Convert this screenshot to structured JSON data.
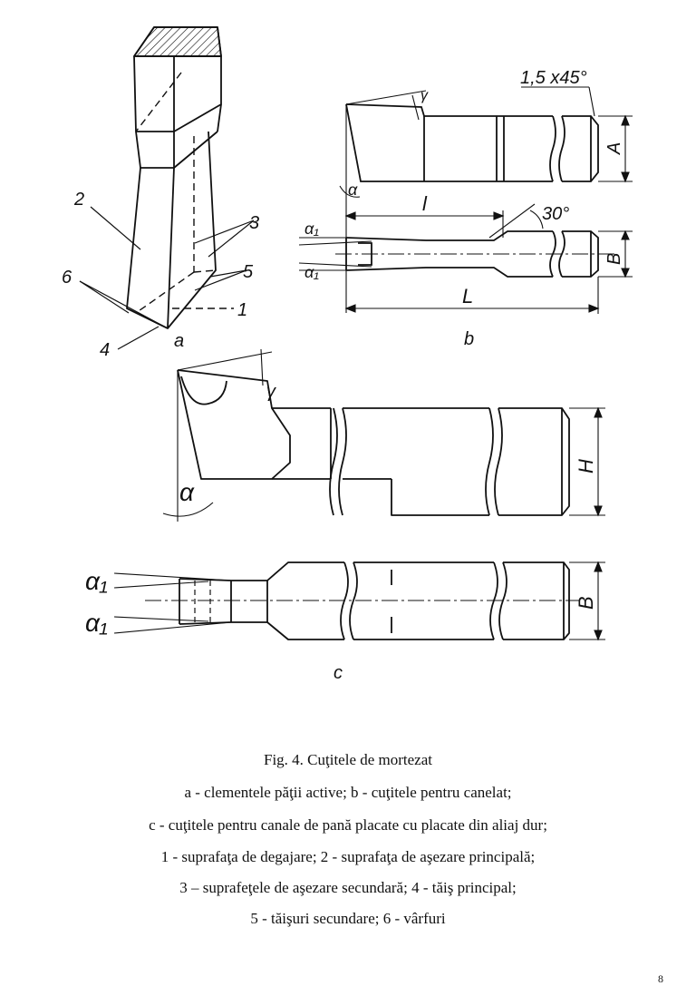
{
  "figure": {
    "part_a": {
      "panel_label": "a",
      "callouts": [
        "2",
        "3",
        "6",
        "5",
        "1",
        "4"
      ]
    },
    "part_b": {
      "panel_label": "b",
      "chamfer": "1,5 x45°",
      "angle_30": "30°",
      "dims": {
        "A": "A",
        "B": "B",
        "l": "l",
        "L": "L"
      },
      "angles": {
        "alpha": "α",
        "alpha1_top": "α₁",
        "alpha1_bottom": "α₁",
        "gamma": "γ"
      }
    },
    "part_c": {
      "panel_label": "c",
      "dims": {
        "H": "H",
        "B": "B"
      },
      "angles": {
        "alpha": "α",
        "gamma": "γ",
        "alpha1_top": "α₁",
        "alpha1_bottom": "α₁"
      }
    }
  },
  "caption": {
    "lines": [
      "Fig. 4. Cuţitele de mortezat",
      "a - clementele păţii active; b - cuţitele pentru canelat;",
      "c - cuţitele pentru canale de pană placate cu placate din aliaj dur;",
      "1 - suprafaţa de degajare; 2 - suprafaţa de aşezare principală;",
      "3 – suprafeţele de aşezare secundară; 4 - tăiş principal;",
      "5 - tăişuri secundare; 6 - vârfuri"
    ]
  },
  "page_number": "8"
}
